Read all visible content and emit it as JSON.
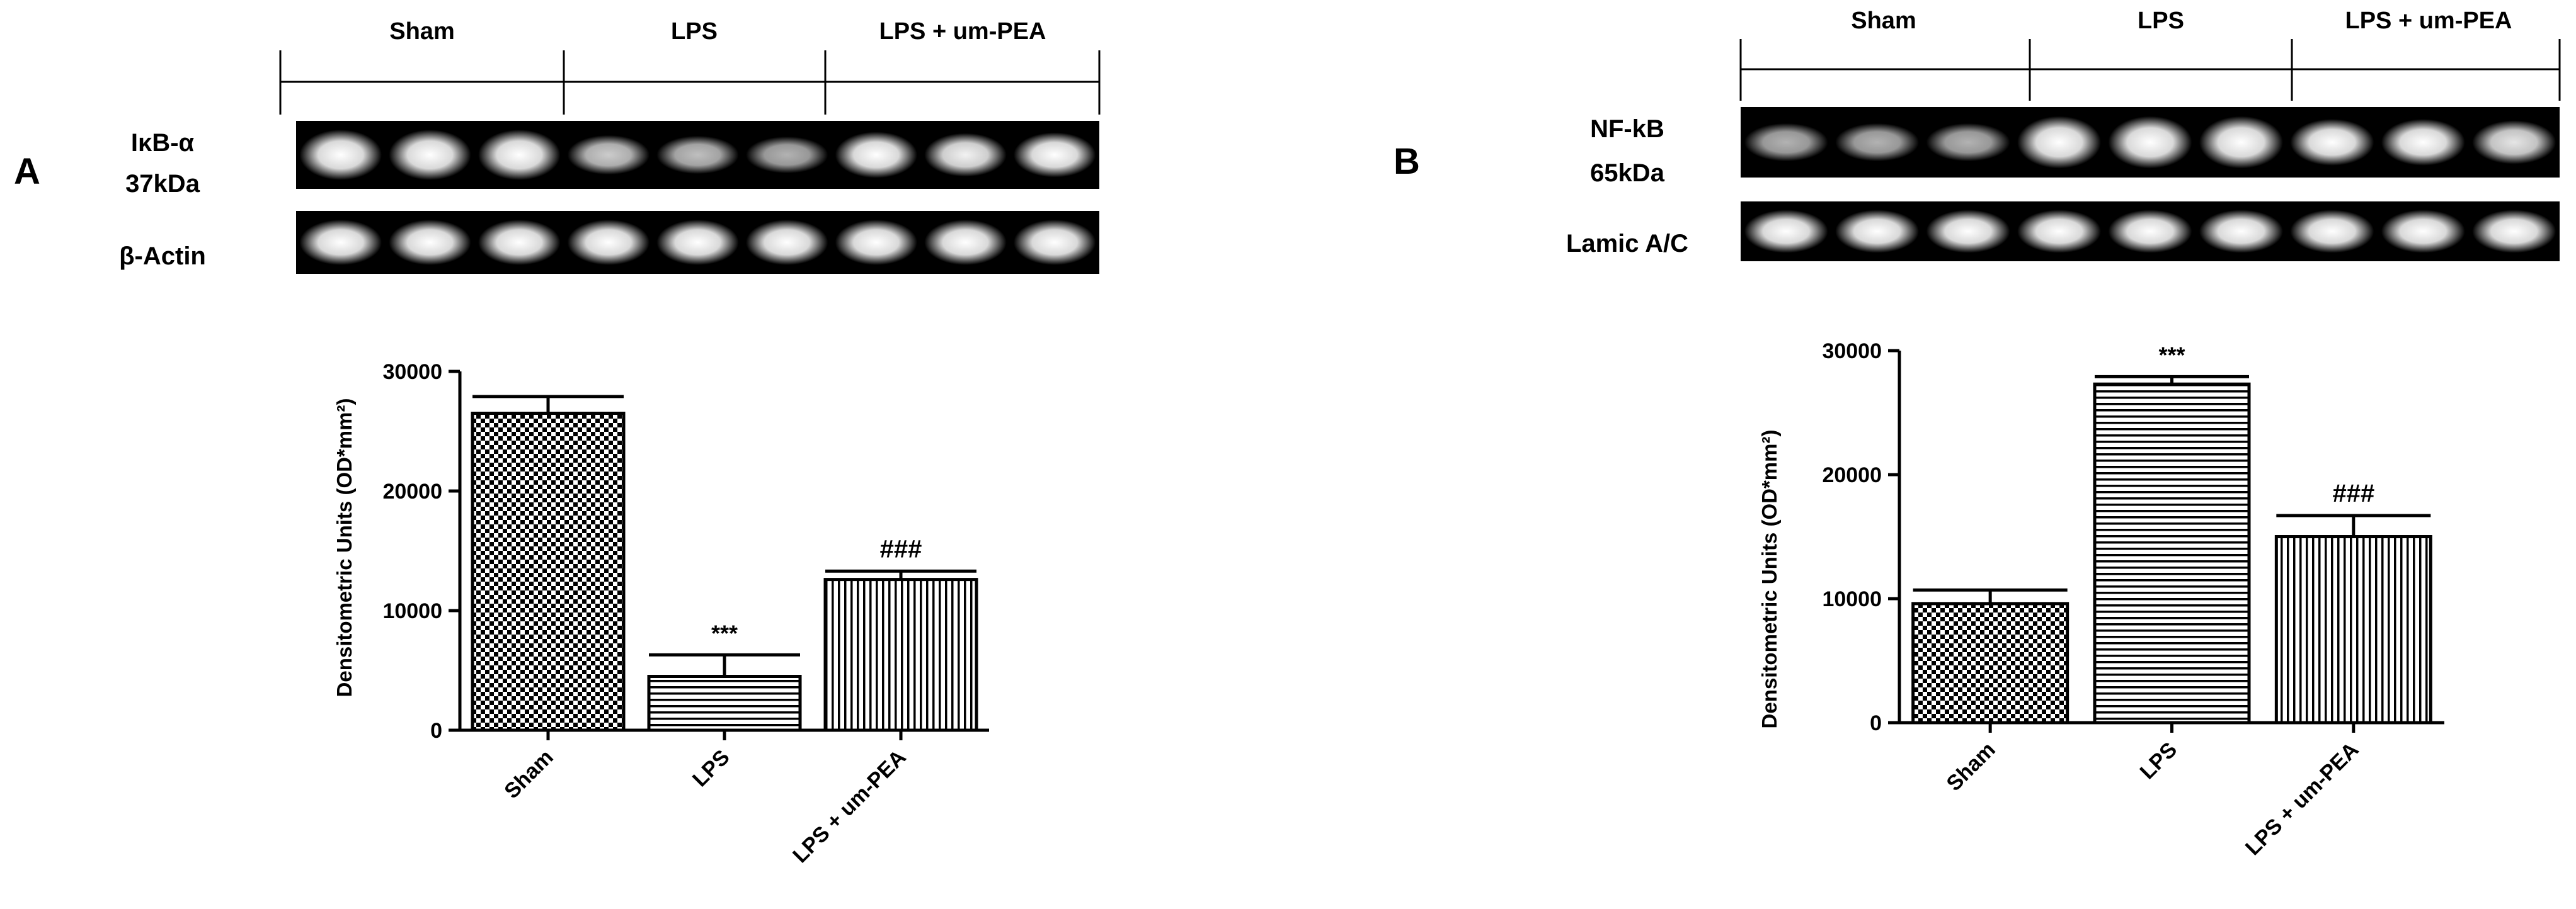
{
  "panels": [
    {
      "letter": "A",
      "groups": [
        "Sham",
        "LPS",
        "LPS + um-PEA"
      ],
      "blot_labels": [
        [
          "IκB-α",
          "37kDa"
        ],
        [
          "β-Actin"
        ]
      ],
      "band_intensity": [
        [
          0.95,
          0.95,
          0.95,
          0.55,
          0.5,
          0.45,
          0.8,
          0.7,
          0.75
        ],
        [
          0.9,
          0.9,
          0.9,
          0.9,
          0.9,
          0.9,
          0.9,
          0.9,
          0.9
        ]
      ],
      "chart_data": {
        "type": "bar",
        "categories": [
          "Sham",
          "LPS",
          "LPS + um-PEA"
        ],
        "values": [
          26500,
          4500,
          12600
        ],
        "errors": [
          1400,
          1800,
          700
        ],
        "annotations": [
          "",
          "***",
          "###"
        ],
        "patterns": [
          "checker",
          "horizontal",
          "vertical"
        ],
        "ylabel": "Densitometric Units (OD*mm²)",
        "ylim": [
          0,
          30000
        ],
        "yticks": [
          0,
          10000,
          20000,
          30000
        ],
        "grid": false
      }
    },
    {
      "letter": "B",
      "groups": [
        "Sham",
        "LPS",
        "LPS + um-PEA"
      ],
      "blot_labels": [
        [
          "NF-kB",
          "65kDa"
        ],
        [
          "Lamic A/C"
        ]
      ],
      "band_intensity": [
        [
          0.45,
          0.45,
          0.45,
          0.95,
          0.95,
          0.95,
          0.75,
          0.75,
          0.65
        ],
        [
          0.9,
          0.9,
          0.9,
          0.9,
          0.9,
          0.9,
          0.9,
          0.9,
          0.9
        ]
      ],
      "chart_data": {
        "type": "bar",
        "categories": [
          "Sham",
          "LPS",
          "LPS + um-PEA"
        ],
        "values": [
          9600,
          27300,
          15000
        ],
        "errors": [
          1100,
          600,
          1700
        ],
        "annotations": [
          "",
          "***",
          "###"
        ],
        "patterns": [
          "checker",
          "horizontal",
          "vertical"
        ],
        "ylabel": "Densitometric Units (OD*mm²)",
        "ylim": [
          0,
          30000
        ],
        "yticks": [
          0,
          10000,
          20000,
          30000
        ],
        "grid": false
      }
    }
  ]
}
